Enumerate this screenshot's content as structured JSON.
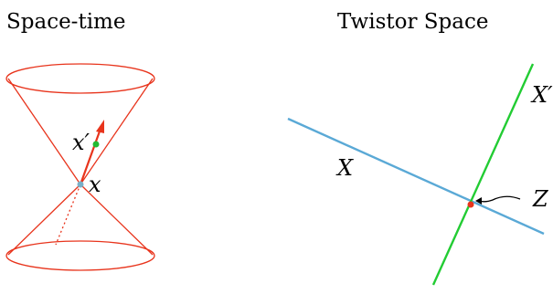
{
  "panels": {
    "spacetime": {
      "title": "Space-time",
      "labels": {
        "x": "x",
        "x_prime": "x′"
      }
    },
    "twistor": {
      "title": "Twistor Space",
      "labels": {
        "X": "X",
        "X_prime": "X′",
        "Z": "Z"
      }
    }
  },
  "colors": {
    "cone": "#e8341c",
    "arrow": "#e8341c",
    "point_x": "#7ab0c8",
    "point_x_prime": "#22bb33",
    "line_X": "#5aa9d6",
    "line_X_prime": "#22cc33",
    "point_Z": "#e8341c",
    "pointer": "#000000"
  }
}
